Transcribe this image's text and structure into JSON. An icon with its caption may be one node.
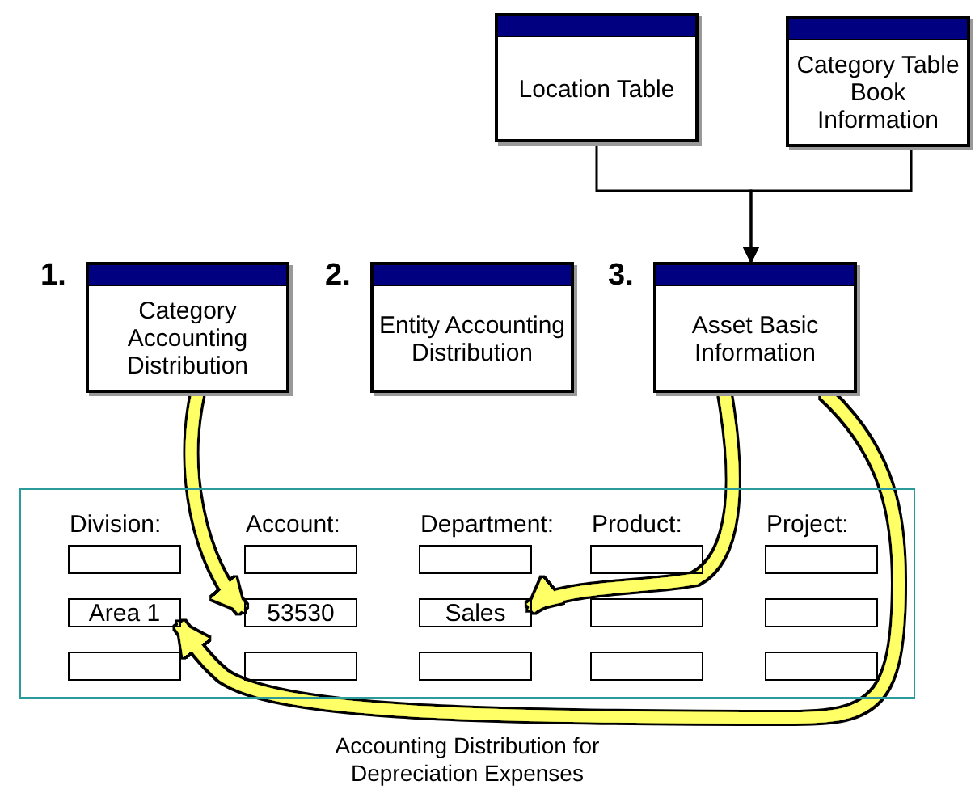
{
  "diagram": {
    "nodes": [
      {
        "text": [
          "Location Table"
        ]
      },
      {
        "text": [
          "Category Table Book Information"
        ]
      },
      {
        "text": [
          "Category Accounting Distribution"
        ],
        "beside": [
          "1."
        ]
      },
      {
        "text": [
          "Entity Accounting Distribution"
        ],
        "beside": [
          "2."
        ]
      },
      {
        "text": [
          "Asset Basic Information"
        ],
        "beside": [
          "3."
        ]
      },
      {
        "text": [
          "Accounting Distribution for Depreciation Expenses"
        ]
      },
      {
        "text": [],
        "shape": "box",
        "in": 5,
        "beside": [
          "Division:"
        ]
      },
      {
        "text": [],
        "shape": "box",
        "in": 5,
        "beside": [
          "Account:"
        ]
      },
      {
        "text": [],
        "shape": "box",
        "in": 5,
        "beside": [
          "Department:"
        ]
      },
      {
        "text": [],
        "shape": "box",
        "in": 5,
        "beside": [
          "Product:"
        ]
      },
      {
        "text": [],
        "shape": "box",
        "in": 5,
        "beside": [
          "Project:"
        ]
      },
      {
        "text": [
          "Area 1"
        ],
        "in": 5
      },
      {
        "text": [
          "53530"
        ],
        "in": 5
      },
      {
        "text": [
          "Sales"
        ],
        "in": 5
      },
      {
        "text": [],
        "shape": "box",
        "in": 5
      },
      {
        "text": [],
        "shape": "box",
        "in": 5
      },
      {
        "text": [],
        "shape": "box",
        "in": 5
      },
      {
        "text": [],
        "shape": "box",
        "in": 5
      },
      {
        "text": [],
        "shape": "box",
        "in": 5
      },
      {
        "text": [],
        "shape": "box",
        "in": 5
      },
      {
        "text": [],
        "shape": "box",
        "in": 5
      }
    ],
    "edges": [
      {
        "from": 0,
        "to": 4,
        "arrow": "to",
        "color": "#000000"
      },
      {
        "from": 1,
        "to": 4,
        "arrow": "to",
        "color": "#000000"
      },
      {
        "from": 2,
        "to": 12,
        "arrow": "to"
      },
      {
        "from": 4,
        "to": 13,
        "arrow": "to"
      },
      {
        "from": 4,
        "to": 11,
        "arrow": "to"
      }
    ]
  }
}
